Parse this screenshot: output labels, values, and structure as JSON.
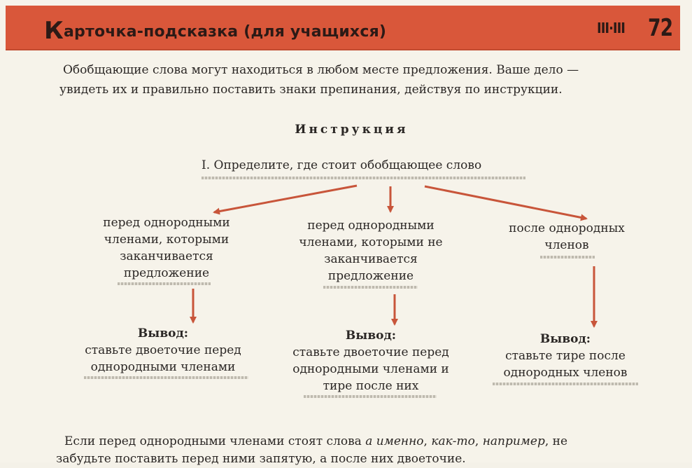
{
  "header": {
    "title_first": "К",
    "title_rest": "арточка-подсказка (для учащихся)",
    "code": "III·III",
    "number": "72"
  },
  "intro": {
    "line1": "Обобщающие слова могут находиться в любом месте предложения. Ваше дело —",
    "line2": "увидеть их и правильно поставить знаки препинания, действуя по инструкции."
  },
  "instruction_title": "Инструкция",
  "step": "I. Определите, где стоит обобщающее слово",
  "branches": [
    {
      "condition": [
        "перед однородными",
        "членами, которыми",
        "заканчивается",
        "предложение"
      ],
      "conclusion_title": "Вывод:",
      "conclusion": [
        "ставьте двоеточие перед",
        "однородными членами"
      ]
    },
    {
      "condition": [
        "перед однородными",
        "членами, которыми не",
        "заканчивается",
        "предложение"
      ],
      "conclusion_title": "Вывод:",
      "conclusion": [
        "ставьте двоеточие перед",
        "однородными членами и",
        "тире после них"
      ]
    },
    {
      "condition": [
        "после однородных",
        "членов"
      ],
      "conclusion_title": "Вывод:",
      "conclusion": [
        "ставьте тире после",
        "однородных членов"
      ]
    }
  ],
  "footer": {
    "p1": "Если перед однородными членами стоят слова ",
    "em1": "а именно",
    "sep1": ", ",
    "em2": "как-то",
    "sep2": ", ",
    "em3": "например",
    "p2": ", не",
    "line2": "забудьте поставить перед ними запятую, а после них двоеточие."
  },
  "colors": {
    "header_bg": "#d9573a",
    "arrow": "#c8553a",
    "text": "#2b2725"
  }
}
